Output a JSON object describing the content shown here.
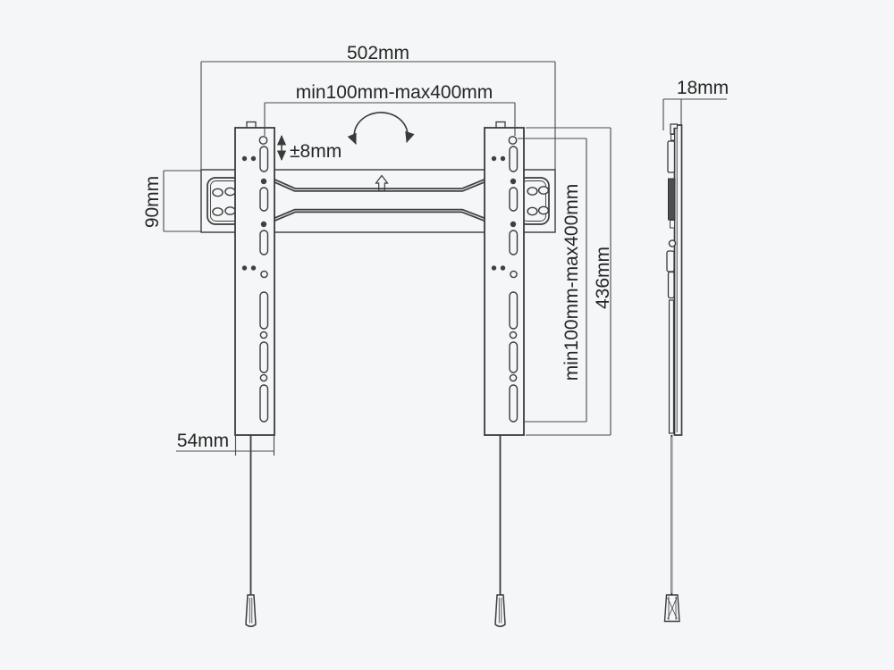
{
  "page": {
    "background_color": "#f5f6f7",
    "line_color": "#3b3b3b",
    "dim_line_color": "#4a4a4a",
    "text_color": "#262626",
    "dark_fill_color": "#4e4e4e",
    "description": "TV wall mount bracket dimensional drawing, front view and side view"
  },
  "labels": {
    "overall_width": "502mm",
    "vesa_width_range": "min100mm-max400mm",
    "height_adjustment": "±8mm",
    "wall_plate_height": "90mm",
    "bracket_width": "54mm",
    "vesa_height_range": "min100mm-max400mm",
    "bracket_height": "436mm",
    "profile_depth": "18mm"
  },
  "icons": {
    "tilt_arc": "curved-double-arrow",
    "level_indicator": "up-arrow-outline",
    "adjust_arrows": "vertical-double-arrow"
  }
}
